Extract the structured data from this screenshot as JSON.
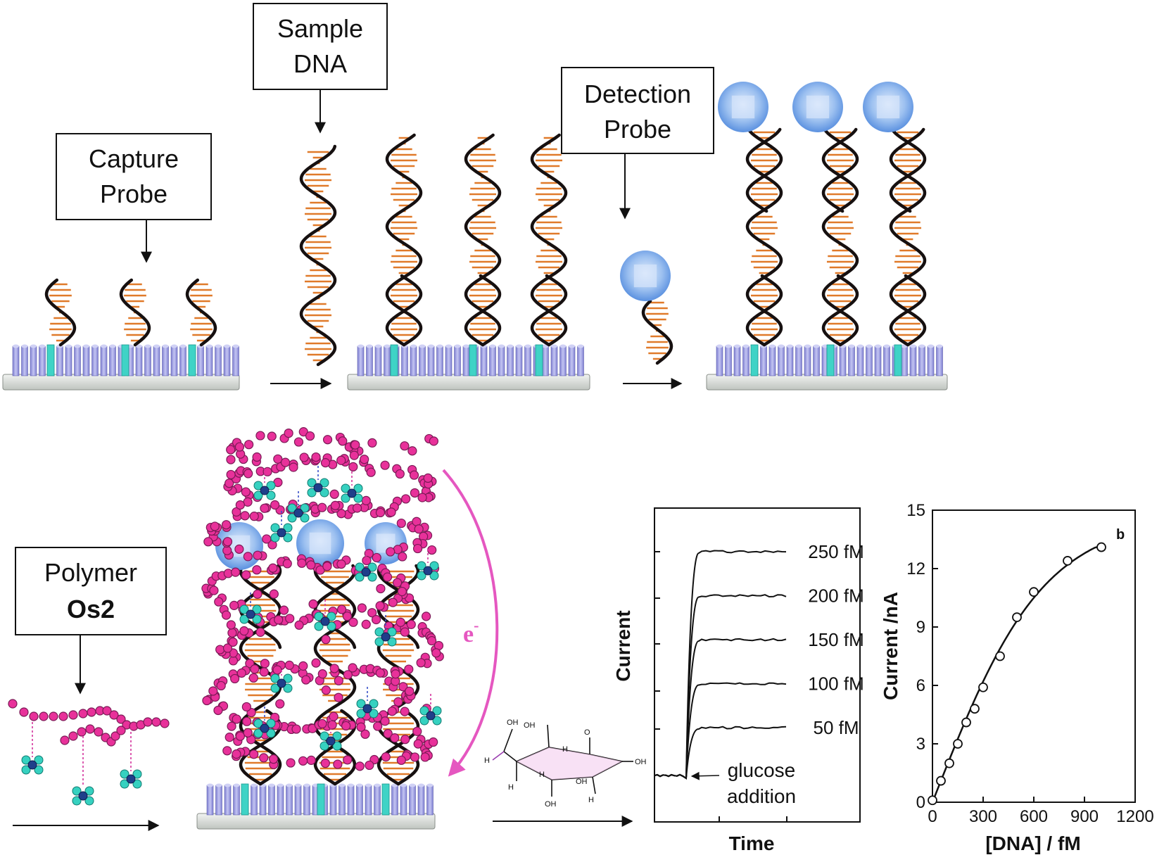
{
  "labels": {
    "capture_probe": [
      "Capture",
      "Probe"
    ],
    "sample_dna": [
      "Sample",
      "DNA"
    ],
    "detection_probe": [
      "Detection",
      "Probe"
    ],
    "polymer": "Polymer",
    "polymer_name": "Os2",
    "electron": "e",
    "electron_sup": "-"
  },
  "colors": {
    "substrate": "#d7dbd7",
    "monolayer": "#9a9be0",
    "linker": "#3fd3c6",
    "dna_strand": "#161010",
    "base_pair": "#e07a2a",
    "label_sphere": "#6ea0e6",
    "polymer_bead": "#e8319a",
    "os_center": "#1f3f8a",
    "os_ligand": "#36d1c0",
    "electron_arrow": "#e557c0"
  },
  "chart_data": [
    {
      "type": "line",
      "xlabel": "Time",
      "ylabel": "Current",
      "series": [
        {
          "name": "250 fM",
          "plateau": 250
        },
        {
          "name": "200 fM",
          "plateau": 200
        },
        {
          "name": "150 fM",
          "plateau": 150
        },
        {
          "name": "100 fM",
          "plateau": 100
        },
        {
          "name": "50 fM",
          "plateau": 50
        }
      ],
      "annotation": [
        "glucose",
        "addition"
      ]
    },
    {
      "type": "scatter",
      "panel_label": "b",
      "xlabel": "[DNA] / fM",
      "ylabel": "Current /nA",
      "xlim": [
        0,
        1200
      ],
      "ylim": [
        0,
        15
      ],
      "xticks": [
        "0",
        "300",
        "600",
        "900",
        "1200"
      ],
      "yticks": [
        "0",
        "3",
        "6",
        "9",
        "12",
        "15"
      ],
      "x": [
        0,
        50,
        100,
        150,
        200,
        250,
        300,
        400,
        500,
        600,
        800,
        1000
      ],
      "y": [
        0.1,
        1.1,
        2.0,
        3.0,
        4.1,
        4.8,
        5.9,
        7.5,
        9.5,
        10.8,
        12.4,
        13.1
      ]
    }
  ]
}
